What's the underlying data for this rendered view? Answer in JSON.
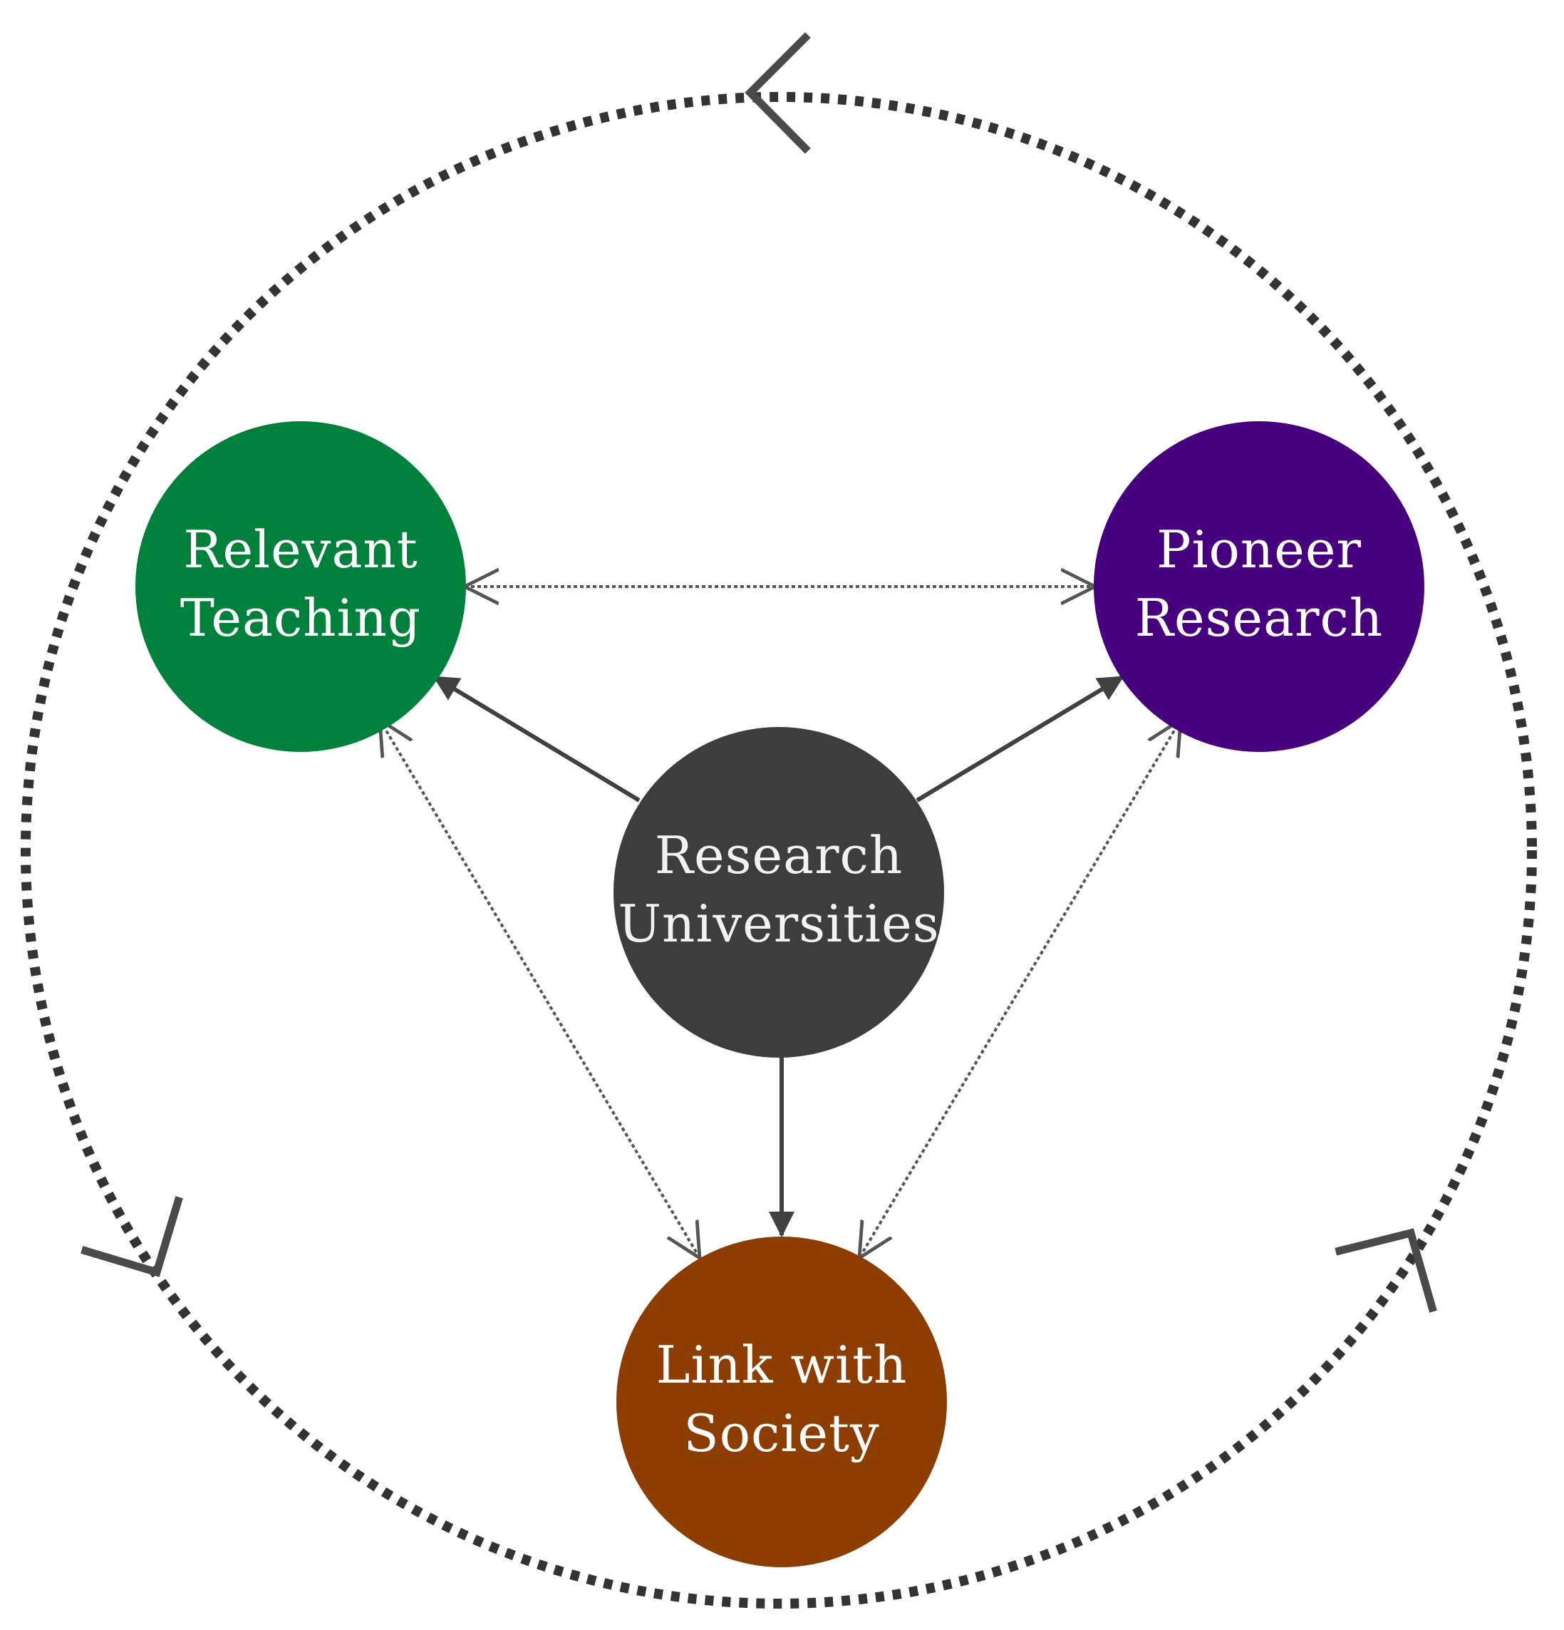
{
  "nodes": {
    "center": {
      "line1": "Research",
      "line2": "Universities",
      "color": "#3d3d3d"
    },
    "teaching": {
      "line1": "Relevant",
      "line2": "Teaching",
      "color": "#00813b"
    },
    "research": {
      "line1": "Pioneer",
      "line2": "Research",
      "color": "#47007e"
    },
    "society": {
      "line1": "Link with",
      "line2": "Society",
      "color": "#8e3d00"
    }
  },
  "colors": {
    "arrow": "#404040",
    "cycle": "#333333",
    "dotted": "#555555"
  }
}
